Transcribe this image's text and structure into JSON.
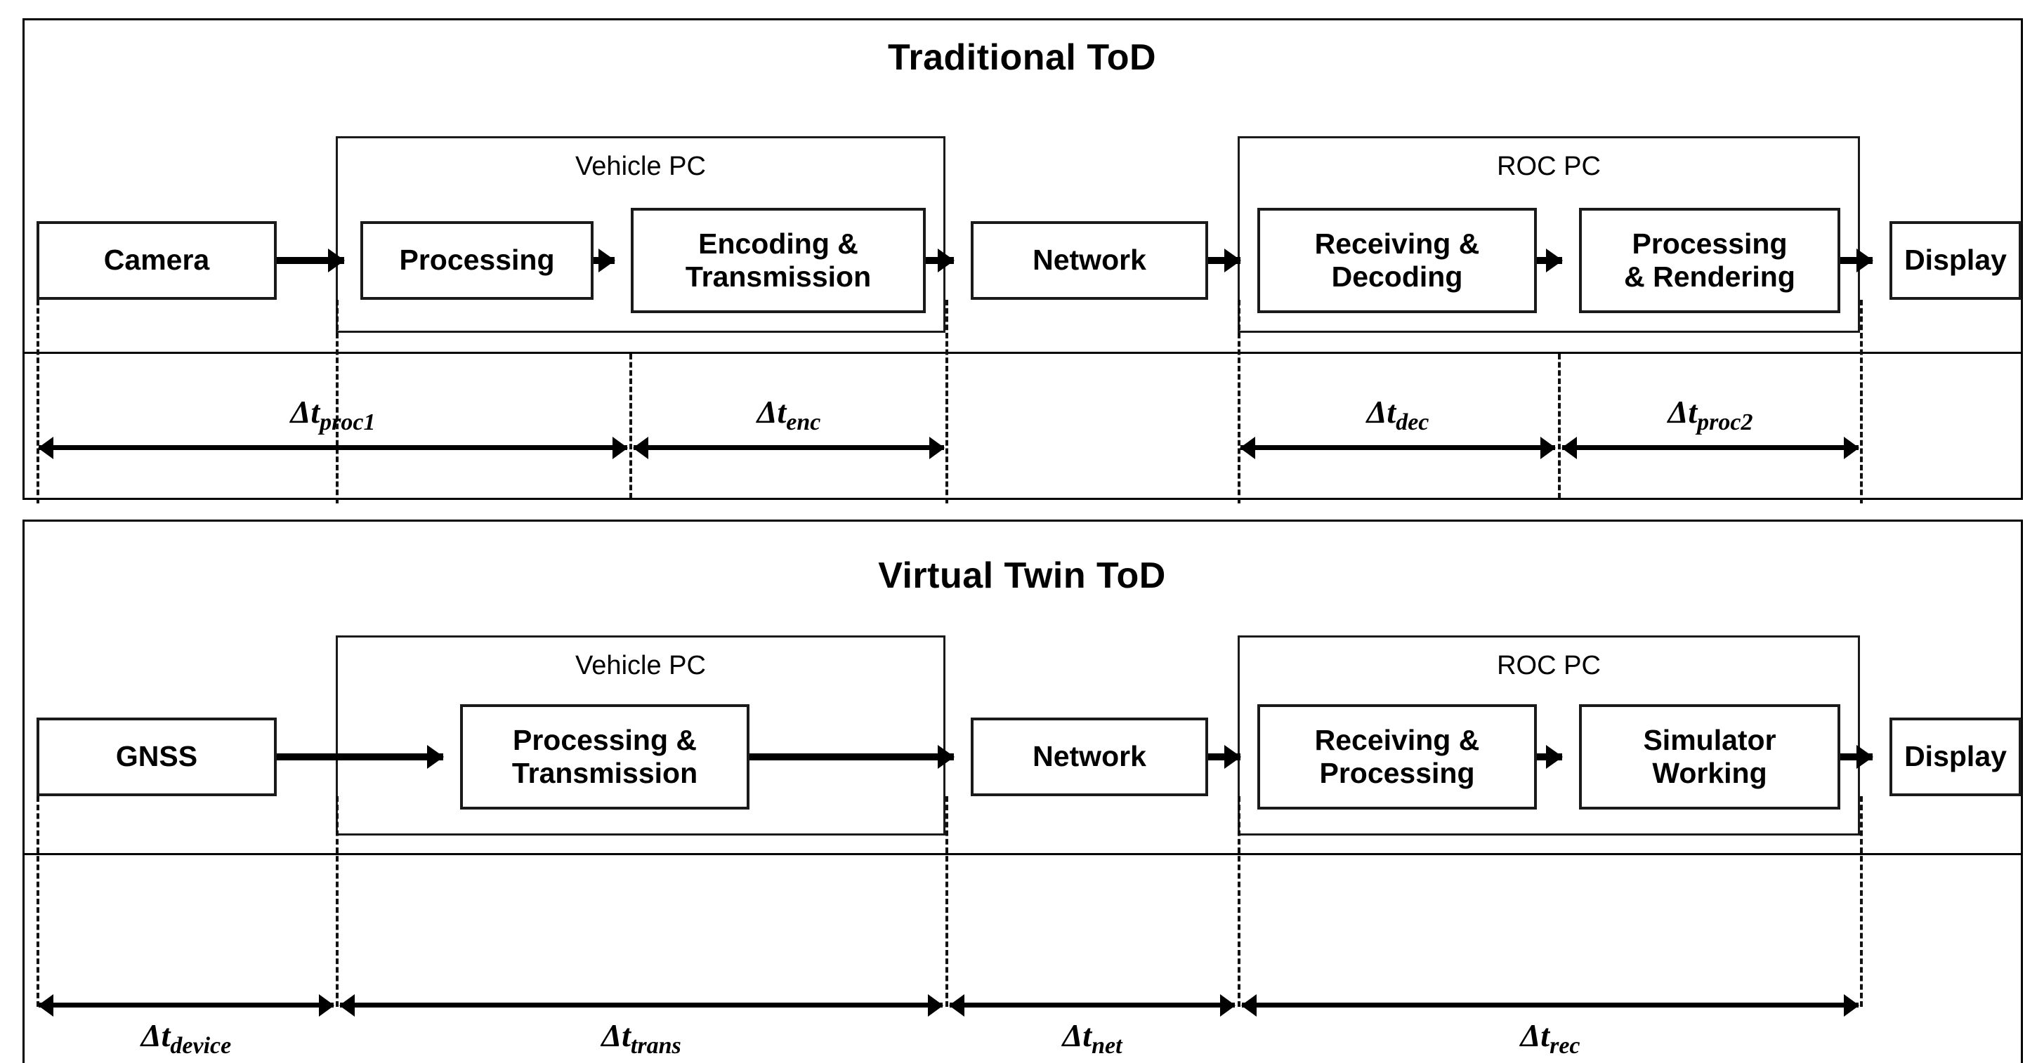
{
  "figure": {
    "kind": "block-diagram",
    "description": "Teleoperated driving latency chain comparison"
  },
  "sections": [
    {
      "id": "traditional",
      "title": "Traditional ToD",
      "containers": [
        {
          "id": "vehicle-pc",
          "label": "Vehicle PC"
        },
        {
          "id": "roc-pc",
          "label": "ROC PC"
        }
      ],
      "blocks": [
        {
          "id": "camera",
          "label": "Camera"
        },
        {
          "id": "processing",
          "label": "Processing"
        },
        {
          "id": "encoding",
          "line1": "Encoding &",
          "line2": "Transmission"
        },
        {
          "id": "network",
          "label": "Network"
        },
        {
          "id": "receiving",
          "line1": "Receiving &",
          "line2": "Decoding"
        },
        {
          "id": "rendering",
          "line1": "Processing",
          "line2": "& Rendering"
        },
        {
          "id": "display",
          "label": "Display"
        }
      ],
      "intervals": [
        {
          "id": "proc1",
          "symbol": "Δt",
          "sub": "proc1"
        },
        {
          "id": "enc",
          "symbol": "Δt",
          "sub": "enc"
        },
        {
          "id": "dec",
          "symbol": "Δt",
          "sub": "dec"
        },
        {
          "id": "proc2",
          "symbol": "Δt",
          "sub": "proc2"
        }
      ]
    },
    {
      "id": "virtual-twin",
      "title": "Virtual Twin ToD",
      "containers": [
        {
          "id": "vehicle-pc-2",
          "label": "Vehicle PC"
        },
        {
          "id": "roc-pc-2",
          "label": "ROC PC"
        }
      ],
      "blocks": [
        {
          "id": "gnss",
          "label": "GNSS"
        },
        {
          "id": "proc-trans",
          "line1": "Processing &",
          "line2": "Transmission"
        },
        {
          "id": "network-2",
          "label": "Network"
        },
        {
          "id": "recv-proc",
          "line1": "Receiving &",
          "line2": "Processing"
        },
        {
          "id": "simulator",
          "line1": "Simulator",
          "line2": "Working"
        },
        {
          "id": "display-2",
          "label": "Display"
        }
      ],
      "intervals": [
        {
          "id": "device",
          "symbol": "Δt",
          "sub": "device"
        },
        {
          "id": "trans",
          "symbol": "Δt",
          "sub": "trans"
        },
        {
          "id": "net",
          "symbol": "Δt",
          "sub": "net"
        },
        {
          "id": "rec",
          "symbol": "Δt",
          "sub": "rec"
        }
      ]
    }
  ],
  "colors": {
    "stroke": "#000000",
    "background": "#ffffff",
    "box_border": "#1a1a1a"
  }
}
